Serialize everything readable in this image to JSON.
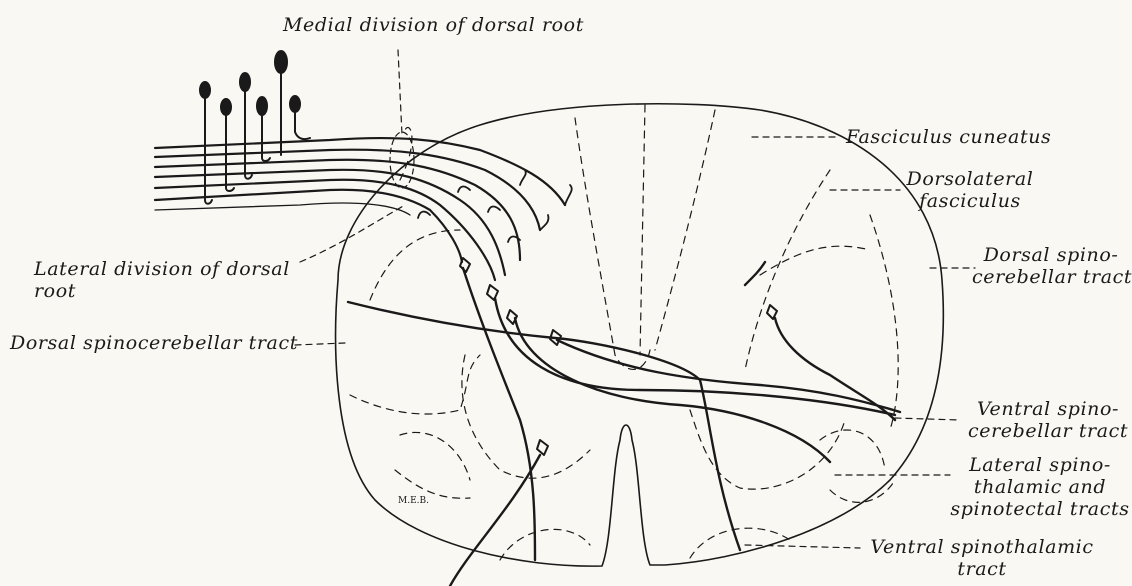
{
  "figure": {
    "signature": "M.E.B.",
    "labels": {
      "medial_division": "Medial division of dorsal root",
      "fasciculus_cuneatus": "Fasciculus cuneatus",
      "dorsolateral_1": "Dorsolateral",
      "dorsolateral_2": "fasciculus",
      "dorsal_spino_right_1": "Dorsal spino-",
      "dorsal_spino_right_2": "cerebellar tract",
      "lateral_division_1": "Lateral division of dorsal",
      "lateral_division_2": "root",
      "dorsal_spino_left": "Dorsal spinocerebellar tract",
      "ventral_spinocerebellar_1": "Ventral spino-",
      "ventral_spinocerebellar_2": "cerebellar tract",
      "lateral_spinothalamic_1": "Lateral spino-",
      "lateral_spinothalamic_2": "thalamic and",
      "lateral_spinothalamic_3": "spinotectal tracts",
      "ventral_spinothalamic_1": "Ventral spinothalamic",
      "ventral_spinothalamic_2": "tract"
    },
    "colors": {
      "ink": "#1a1a1a",
      "paper": "#faf8f3"
    }
  }
}
